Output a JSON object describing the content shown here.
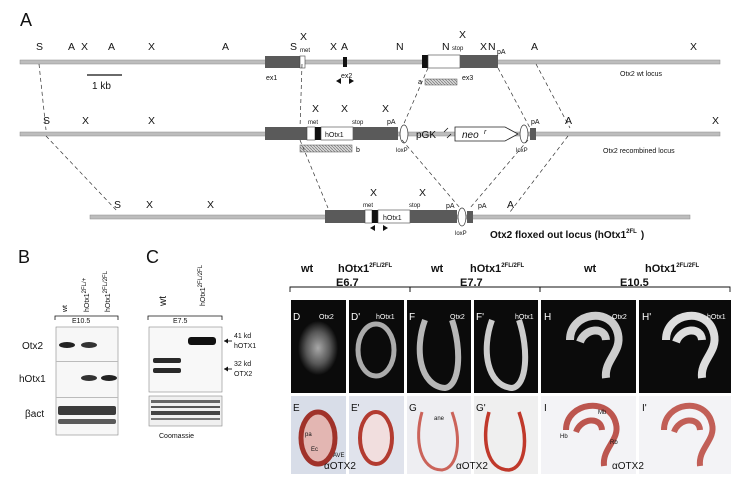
{
  "panels": {
    "A": {
      "letter": "A",
      "scale_bar": "1 kb",
      "wt": {
        "name": "Otx2 wt locus",
        "sites": [
          "S",
          "A",
          "X",
          "A",
          "X",
          "A",
          "S",
          "X",
          "X",
          "A",
          "N",
          "N",
          "X",
          "X",
          "N",
          "A",
          "X"
        ],
        "exon1": "ex1",
        "exon2": "ex2",
        "exon3": "ex3",
        "met": "met",
        "stop": "stop",
        "pA": "pA",
        "probe_a": "a"
      },
      "recombined": {
        "name": "Otx2 recombined locus",
        "sites": [
          "S",
          "X",
          "X",
          "X",
          "X",
          "X",
          "A",
          "X"
        ],
        "gene": "hOtx1",
        "met": "met",
        "stop": "stop",
        "pA": "pA",
        "pA2": "pA",
        "pgk": "pGK",
        "neo": "neo",
        "neo_r": "r",
        "loxp": "loxP",
        "loxp2": "loxP",
        "probe_b": "b"
      },
      "floxed": {
        "name": "Otx2 floxed out locus (hOtx1",
        "name_sup": "2FL",
        "name_close": ")",
        "sites": [
          "S",
          "X",
          "X",
          "X",
          "X",
          "A"
        ],
        "gene": "hOtx1",
        "met": "met",
        "stop": "stop",
        "pA": "pA",
        "pA2": "pA",
        "loxp": "loxP"
      }
    },
    "B": {
      "letter": "B",
      "lanes": [
        "wt",
        "hOtx1",
        "hOtx1"
      ],
      "lane_sups": [
        "",
        "2FL/+",
        "2FL/2FL"
      ],
      "stage": "E10.5",
      "rows": [
        "Otx2",
        "hOtx1",
        "βact"
      ]
    },
    "C": {
      "letter": "C",
      "lanes": [
        "wt",
        "hOtx1"
      ],
      "lane_sups": [
        "",
        "2FL/2FL"
      ],
      "stage": "E7.5",
      "bands": [
        "41 kd",
        "hOTX1",
        "32 kd",
        "OTX2"
      ],
      "loading": "Coomassie"
    },
    "sections": {
      "stages": [
        "E6.7",
        "E7.7",
        "E10.5"
      ],
      "genotypes": [
        "wt",
        "hOtx1",
        "wt",
        "hOtx1",
        "wt",
        "hOtx1"
      ],
      "genotype_sup": "2FL/2FL",
      "top": [
        {
          "id": "D",
          "probe": "Otx2"
        },
        {
          "id": "D'",
          "probe": "hOtx1"
        },
        {
          "id": "F",
          "probe": "Otx2"
        },
        {
          "id": "F'",
          "probe": "hOtx1"
        },
        {
          "id": "H",
          "probe": "Otx2"
        },
        {
          "id": "H'",
          "probe": "hOtx1"
        }
      ],
      "bottom": [
        {
          "id": "E"
        },
        {
          "id": "E'"
        },
        {
          "id": "G"
        },
        {
          "id": "G'"
        },
        {
          "id": "I"
        },
        {
          "id": "I'"
        }
      ],
      "antibody": [
        "αOTX2",
        "αOTX2",
        "αOTX2"
      ],
      "tissue_labels": [
        "pa",
        "Ec",
        "AVE",
        "ane",
        "Mb",
        "Hb",
        "Rb"
      ]
    },
    "colors": {
      "stain": "#c0392b",
      "dark_field": "#0a0a0a",
      "exon": "#555555",
      "line": "#9a9a9a"
    }
  }
}
